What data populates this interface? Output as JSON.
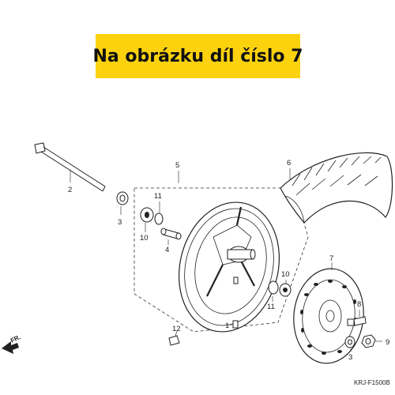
{
  "banner": {
    "text": "Na obrázku díl číslo 7",
    "color": "#fcd20e"
  },
  "callouts": [
    "1",
    "2",
    "3",
    "4",
    "5",
    "6",
    "7",
    "8",
    "9",
    "10",
    "11",
    "12"
  ],
  "front_label": "FR.",
  "diagram_code": "KRJ-F1500B",
  "parts": {
    "axle": "2",
    "axle_collar": "3",
    "wheel": "5",
    "tire": "6",
    "brake_disc": "7",
    "disc_bolt": "8",
    "axle_nut": "9",
    "bearing": "10",
    "dust_seal": "11",
    "distance_collar": "4",
    "valve": "12",
    "weight": "1"
  }
}
